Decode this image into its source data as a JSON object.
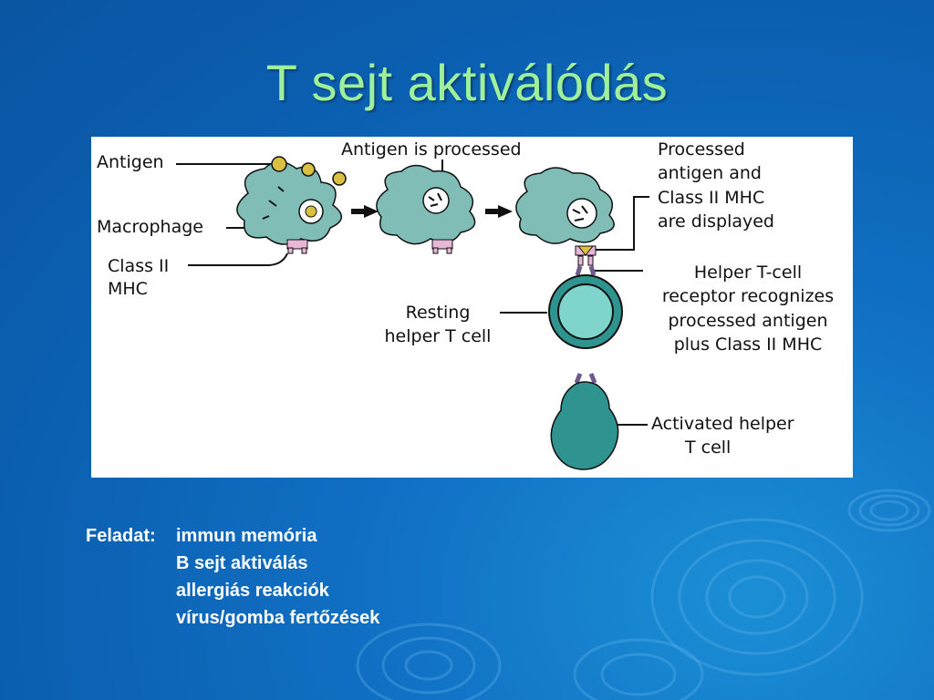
{
  "slide": {
    "title": "T sejt aktiválódás",
    "colors": {
      "background": "#0b5fb0",
      "title": "#9ef09a",
      "text": "#ffffff",
      "cell": "#7fbdb6",
      "t_cell": "#2f9490"
    }
  },
  "diagram": {
    "labels": {
      "antigen": "Antigen",
      "macrophage": "Macrophage",
      "class_ii_mhc_line1": "Class II",
      "class_ii_mhc_line2": "MHC",
      "antigen_processed": "Antigen is processed",
      "processed_line1": "Processed",
      "processed_line2": "antigen and",
      "processed_line3": "Class II MHC",
      "processed_line4": "are displayed",
      "helper_receptor_line1": "Helper T-cell",
      "helper_receptor_line2": "receptor recognizes",
      "helper_receptor_line3": "processed antigen",
      "helper_receptor_line4": "plus Class II MHC",
      "resting_line1": "Resting",
      "resting_line2": "helper T cell",
      "activated_line1": "Activated helper",
      "activated_line2": "T cell"
    }
  },
  "task": {
    "label": "Feladat:",
    "items": [
      "immun memória",
      "B sejt aktiválás",
      "allergiás reakciók",
      "vírus/gomba fertőzések"
    ]
  }
}
